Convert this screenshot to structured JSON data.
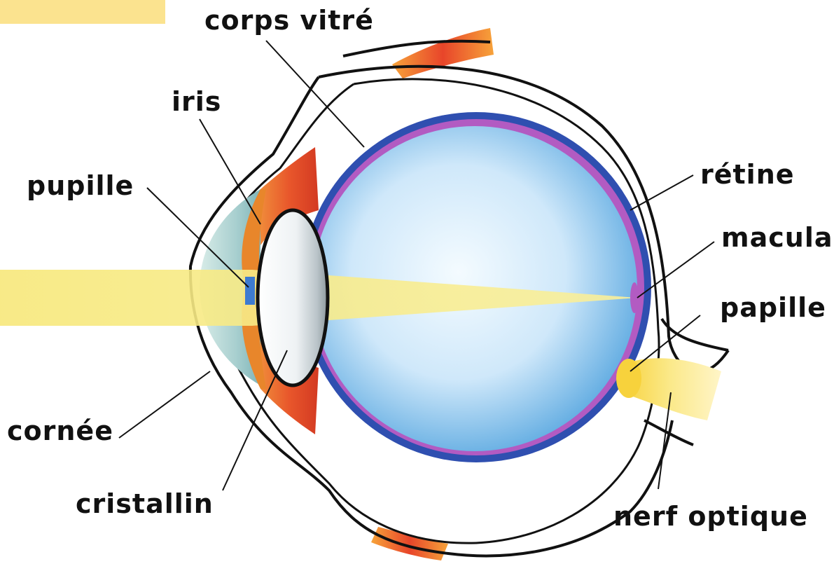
{
  "labels": {
    "corps_vitre": "corps vitré",
    "iris": "iris",
    "pupille": "pupille",
    "retine": "rétine",
    "macula": "macula",
    "papille": "papille",
    "cornee": "cornée",
    "cristallin": "cristallin",
    "nerf_optique": "nerf optique"
  },
  "colors": {
    "light_beam": "#f7e97a",
    "corner_box": "#fbe38f",
    "sclera_outline": "#111111",
    "choroid": "#2f4fb0",
    "retina": "#b25bc2",
    "vitreous_light": "#f3fbff",
    "vitreous_dark": "#5aa8e0",
    "iris_orange": "#e8562b",
    "nerve_yellow": "#f7d23c"
  }
}
